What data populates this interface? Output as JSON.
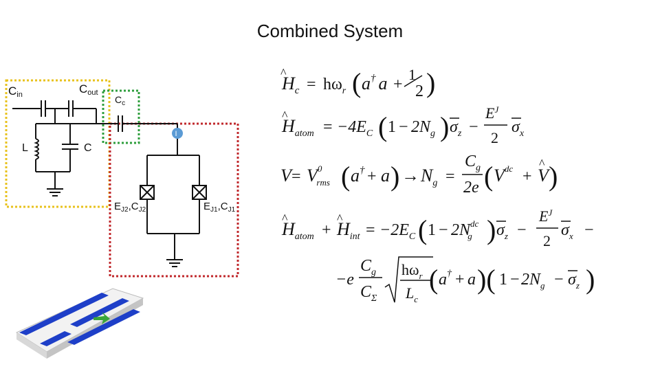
{
  "slide": {
    "title": "Combined System"
  },
  "circuit": {
    "labels": {
      "cin_base": "C",
      "cin_sub": "in",
      "cout_base": "C",
      "cout_sub": "out",
      "cc_base": "C",
      "cc_sub": "c",
      "l": "L",
      "c": "C",
      "ej2_a": "E",
      "ej2_a_sub": "J2",
      "ej2_sep": ",C",
      "ej2_b_sub": "J2",
      "ej1_a": "E",
      "ej1_a_sub": "J1",
      "ej1_sep": ",C",
      "ej1_b_sub": "J1",
      "node": "I"
    },
    "colors": {
      "resonator_box": "#e8c21c",
      "coupling_box": "#2e9e3c",
      "atom_box": "#c0282c",
      "node": "#5b9bd5",
      "chip_strip": "#1e3fc8",
      "chip_arrow": "#3aa63a"
    }
  },
  "equations": {
    "eq1": {
      "lhs": "H",
      "lhs_sub": "c",
      "eq": "=",
      "h": "hω",
      "h_sub": "r",
      "a_dag": "a",
      "dag": "†",
      "a": "a",
      "plus": "+",
      "num": "1",
      "den": "2"
    },
    "eq2": {
      "lhs": "H",
      "lhs_sub": "atom",
      "eq": "=",
      "coef": "−4E",
      "coef_sub": "C",
      "one": "1",
      "minus": "−",
      "two_n": "2N",
      "n_sub": "g",
      "sigma": "σ",
      "sigma_z": "z",
      "ej": "E",
      "ej_sub": "J",
      "den": "2",
      "sigma_x": "x",
      "minus2": "−"
    },
    "eq3": {
      "v": "V",
      "eq": "=",
      "v0": "V",
      "v0_sup": "0",
      "v0_sub": "rms",
      "a_dag": "a",
      "dag": "†",
      "plus": "+",
      "a": "a",
      "arrow": "→",
      "ng": "N",
      "ng_sub": "g",
      "eq2": "=",
      "cg": "C",
      "cg_sub": "g",
      "den": "2e",
      "vdc": "V",
      "vdc_sup": "dc",
      "plus2": "+",
      "vhat": "V"
    },
    "eq4": {
      "h1": "H",
      "h1_sub": "atom",
      "plus": "+",
      "h2": "H",
      "h2_sub": "int",
      "eq": "=",
      "coef": "−2E",
      "coef_sub": "C",
      "one": "1",
      "minus": "−",
      "two_n": "2N",
      "n_sup": "dc",
      "n_sub": "g",
      "sigma": "σ",
      "sigma_z": "z",
      "minus2": "−",
      "ej": "E",
      "ej_sub": "J",
      "den": "2",
      "sigma_x": "x",
      "minus3": "−"
    },
    "eq5": {
      "minus_e": "−e",
      "cg": "C",
      "cg_sub": "g",
      "csig": "C",
      "csig_sub": "Σ",
      "hw": "hω",
      "hw_sub": "r",
      "lc": "L",
      "lc_sub": "c",
      "a_dag": "a",
      "dag": "†",
      "plus": "+",
      "a": "a",
      "one": "1",
      "minus": "−",
      "two_n": "2N",
      "n_sub": "g",
      "minus2": "−",
      "sigma": "σ",
      "sigma_z": "z"
    }
  }
}
